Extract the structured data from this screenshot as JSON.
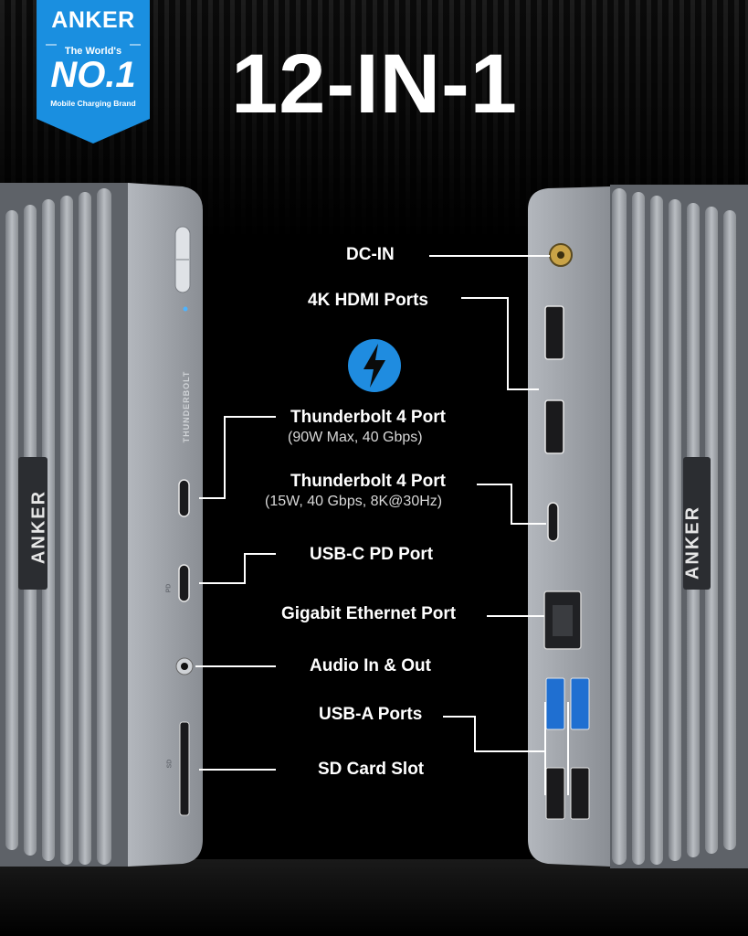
{
  "badge": {
    "brand": "ANKER",
    "tagline_top": "The World's",
    "rank": "NO.1",
    "tagline_bottom": "Mobile Charging Brand",
    "color": "#1a8fe0"
  },
  "headline": "12-IN-1",
  "device_brand": "ANKER",
  "thunderbolt_mark": "THUNDERBOLT",
  "port_glyphs": {
    "pd": "PD",
    "sd": "SD"
  },
  "left_ports": [
    {
      "id": "thunderbolt-upstream",
      "label": "Thunderbolt 4 Port",
      "detail": "(90W Max, 40 Gbps)"
    },
    {
      "id": "usb-c-pd",
      "label": "USB-C PD Port"
    },
    {
      "id": "audio",
      "label": "Audio In & Out"
    },
    {
      "id": "sd-card",
      "label": "SD Card Slot"
    }
  ],
  "right_ports": [
    {
      "id": "dc-in",
      "label": "DC-IN"
    },
    {
      "id": "hdmi",
      "label": "4K HDMI Ports"
    },
    {
      "id": "thunderbolt-downstream",
      "label": "Thunderbolt 4 Port",
      "detail": "(15W, 40 Gbps, 8K@30Hz)"
    },
    {
      "id": "ethernet",
      "label": "Gigabit Ethernet Port"
    },
    {
      "id": "usb-a",
      "label": "USB-A Ports"
    }
  ],
  "colors": {
    "background": "#000000",
    "hub_metal": "#9ea2a8",
    "thunderbolt_icon": "#1f8ce0",
    "callout_line": "#ffffff"
  }
}
